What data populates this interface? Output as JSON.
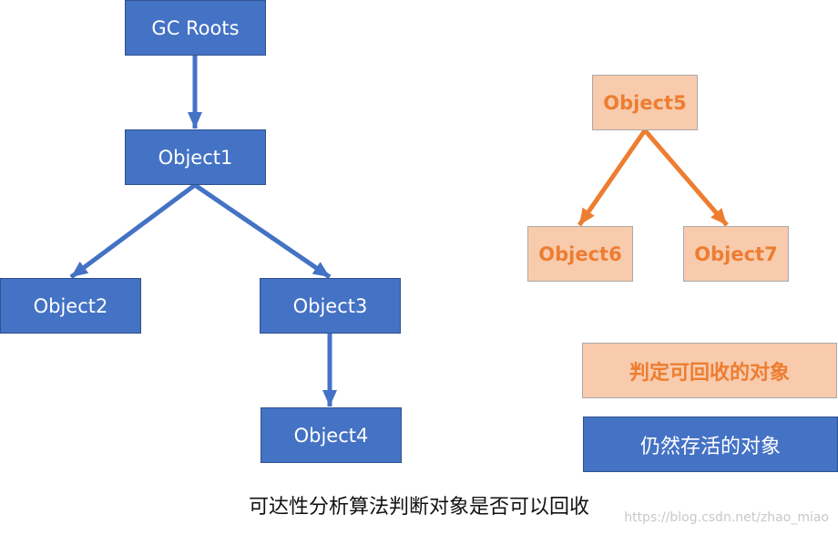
{
  "nodes": {
    "gc_roots": "GC Roots",
    "object1": "Object1",
    "object2": "Object2",
    "object3": "Object3",
    "object4": "Object4",
    "object5": "Object5",
    "object6": "Object6",
    "object7": "Object7"
  },
  "legend": {
    "collectable": "判定可回收的对象",
    "alive": "仍然存活的对象"
  },
  "caption": "可达性分析算法判断对象是否可以回收",
  "watermark": "https://blog.csdn.net/zhao_miao",
  "colors": {
    "alive_fill": "#4472c4",
    "alive_arrow": "#4472c4",
    "collectable_fill": "#f8cbad",
    "collectable_text": "#ed7d31",
    "collectable_arrow": "#ed7d31"
  }
}
